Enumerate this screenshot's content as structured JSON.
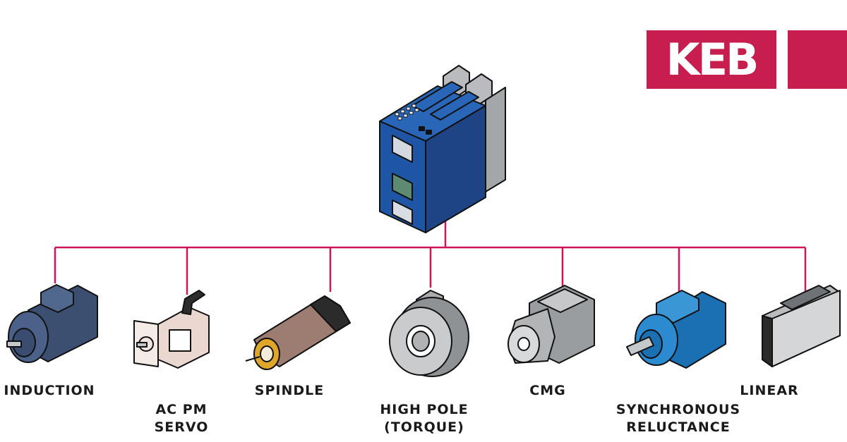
{
  "brand": {
    "name": "KEB",
    "accent_color": "#c81e4f",
    "line_color": "#d0145a",
    "drive_color": "#1e4f96"
  },
  "drive": {
    "icon": "drive-unit-icon"
  },
  "motors": [
    {
      "id": "induction",
      "label": "INDUCTION",
      "icon": "induction-motor-icon"
    },
    {
      "id": "ac-pm-servo",
      "label": "AC PM\nSERVO",
      "icon": "servo-motor-icon"
    },
    {
      "id": "spindle",
      "label": "SPINDLE",
      "icon": "spindle-motor-icon"
    },
    {
      "id": "high-pole",
      "label": "HIGH POLE\n(TORQUE)",
      "icon": "torque-motor-icon"
    },
    {
      "id": "cmg",
      "label": "CMG",
      "icon": "cmg-motor-icon"
    },
    {
      "id": "synchronous-reluctance",
      "label": "SYNCHRONOUS\nRELUCTANCE",
      "icon": "reluctance-motor-icon"
    },
    {
      "id": "linear",
      "label": "LINEAR",
      "icon": "linear-motor-icon"
    }
  ]
}
